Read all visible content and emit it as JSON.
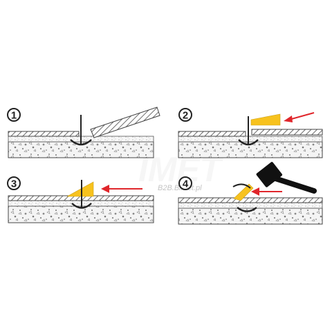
{
  "steps": [
    {
      "number": "1"
    },
    {
      "number": "2"
    },
    {
      "number": "3"
    },
    {
      "number": "4"
    }
  ],
  "watermark": {
    "logo_text": "IMET",
    "url_text": "B2B.Bimet.pl"
  },
  "colors": {
    "wedge": "#f7c21e",
    "arrow": "#e0262b",
    "outline": "#222222",
    "hammer": "#111111",
    "hatch": "#666666",
    "concrete": "#f2f2f2"
  },
  "icons": [
    "hammer-icon",
    "arrow-left-icon",
    "wedge-icon",
    "leveling-clip-icon"
  ]
}
